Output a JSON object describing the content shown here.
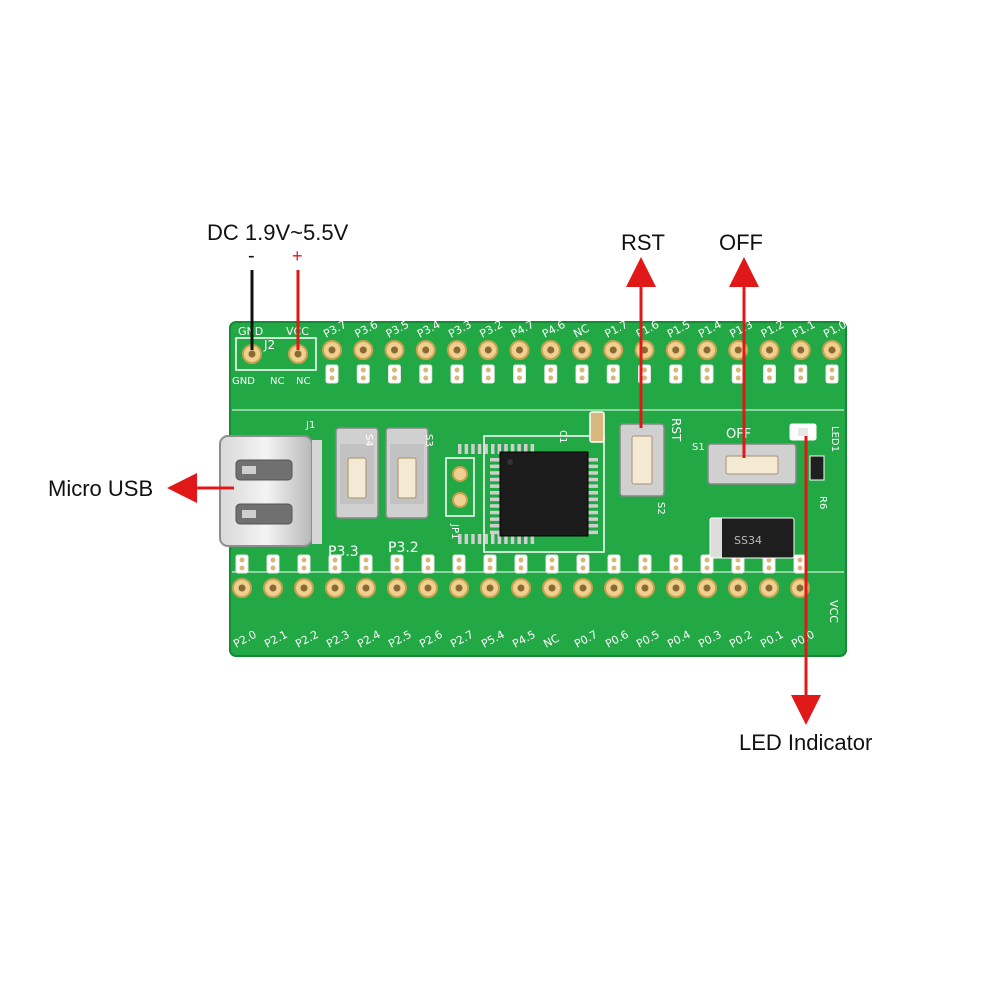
{
  "callouts": {
    "dc": "DC 1.9V~5.5V",
    "minus": "-",
    "plus": "+",
    "rst": "RST",
    "off": "OFF",
    "usb": "Micro USB",
    "led": "LED Indicator"
  },
  "board": {
    "top_pins": [
      "P3.7",
      "P3.6",
      "P3.5",
      "P3.4",
      "P3.3",
      "P3.2",
      "P4.7",
      "P4.6",
      "NC",
      "P1.7",
      "P1.6",
      "P1.5",
      "P1.4",
      "P1.3",
      "P1.2",
      "P1.1",
      "P1.0"
    ],
    "bottom_pins": [
      "P2.0",
      "P2.1",
      "P2.2",
      "P2.3",
      "P2.4",
      "P2.5",
      "P2.6",
      "P2.7",
      "P5.4",
      "P4.5",
      "NC",
      "P0.7",
      "P0.6",
      "P0.5",
      "P0.4",
      "P0.3",
      "P0.2",
      "P0.1",
      "P0.0"
    ],
    "j2_top": [
      "GND",
      "VCC"
    ],
    "j2_bottom": [
      "GND",
      "NC",
      "NC"
    ],
    "j2_label": "J2",
    "j1_label": "J1",
    "s4_label": "S4",
    "s3_label": "S3",
    "p33_label": "P3.3",
    "p32_label": "P3.2",
    "jp1_label": "JP1",
    "c1_label": "C1",
    "rst_label": "RST",
    "s2_label": "S2",
    "s1_label": "S1",
    "off_label": "OFF",
    "led1_label": "LED1",
    "r6_label": "R6",
    "vcc_label": "VCC",
    "diode_text": "SS34"
  },
  "colors": {
    "board": "#22a844",
    "board_dark": "#158a34",
    "arrow": "#e01818",
    "wire_red": "#e01818",
    "wire_black": "#111111"
  }
}
